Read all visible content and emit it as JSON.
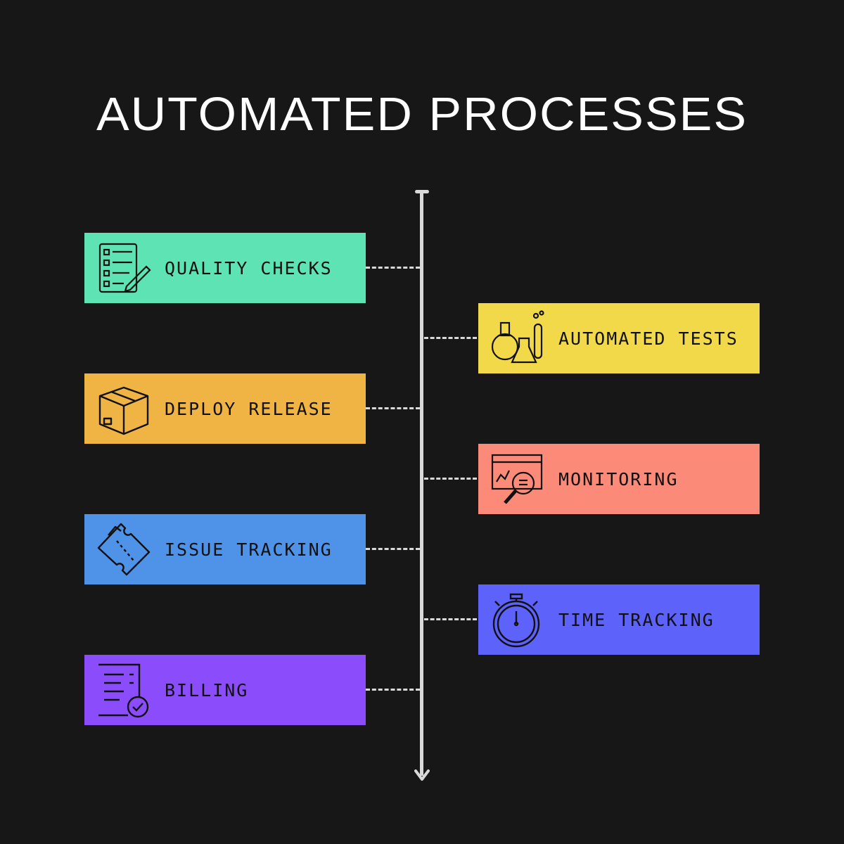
{
  "title": "AUTOMATED PROCESSES",
  "items": [
    {
      "label": "QUALITY CHECKS",
      "icon": "checklist-icon",
      "side": "left",
      "color": "#5ee3b5"
    },
    {
      "label": "AUTOMATED TESTS",
      "icon": "lab-flask-icon",
      "side": "right",
      "color": "#f2d94a"
    },
    {
      "label": "DEPLOY RELEASE",
      "icon": "package-box-icon",
      "side": "left",
      "color": "#f0b444"
    },
    {
      "label": "MONITORING",
      "icon": "monitor-magnifier-icon",
      "side": "right",
      "color": "#fb8b78"
    },
    {
      "label": "ISSUE TRACKING",
      "icon": "ticket-icon",
      "side": "left",
      "color": "#4f93e8"
    },
    {
      "label": "TIME TRACKING",
      "icon": "stopwatch-icon",
      "side": "right",
      "color": "#5d62fa"
    },
    {
      "label": "BILLING",
      "icon": "invoice-check-icon",
      "side": "left",
      "color": "#8b4dfb"
    }
  ]
}
